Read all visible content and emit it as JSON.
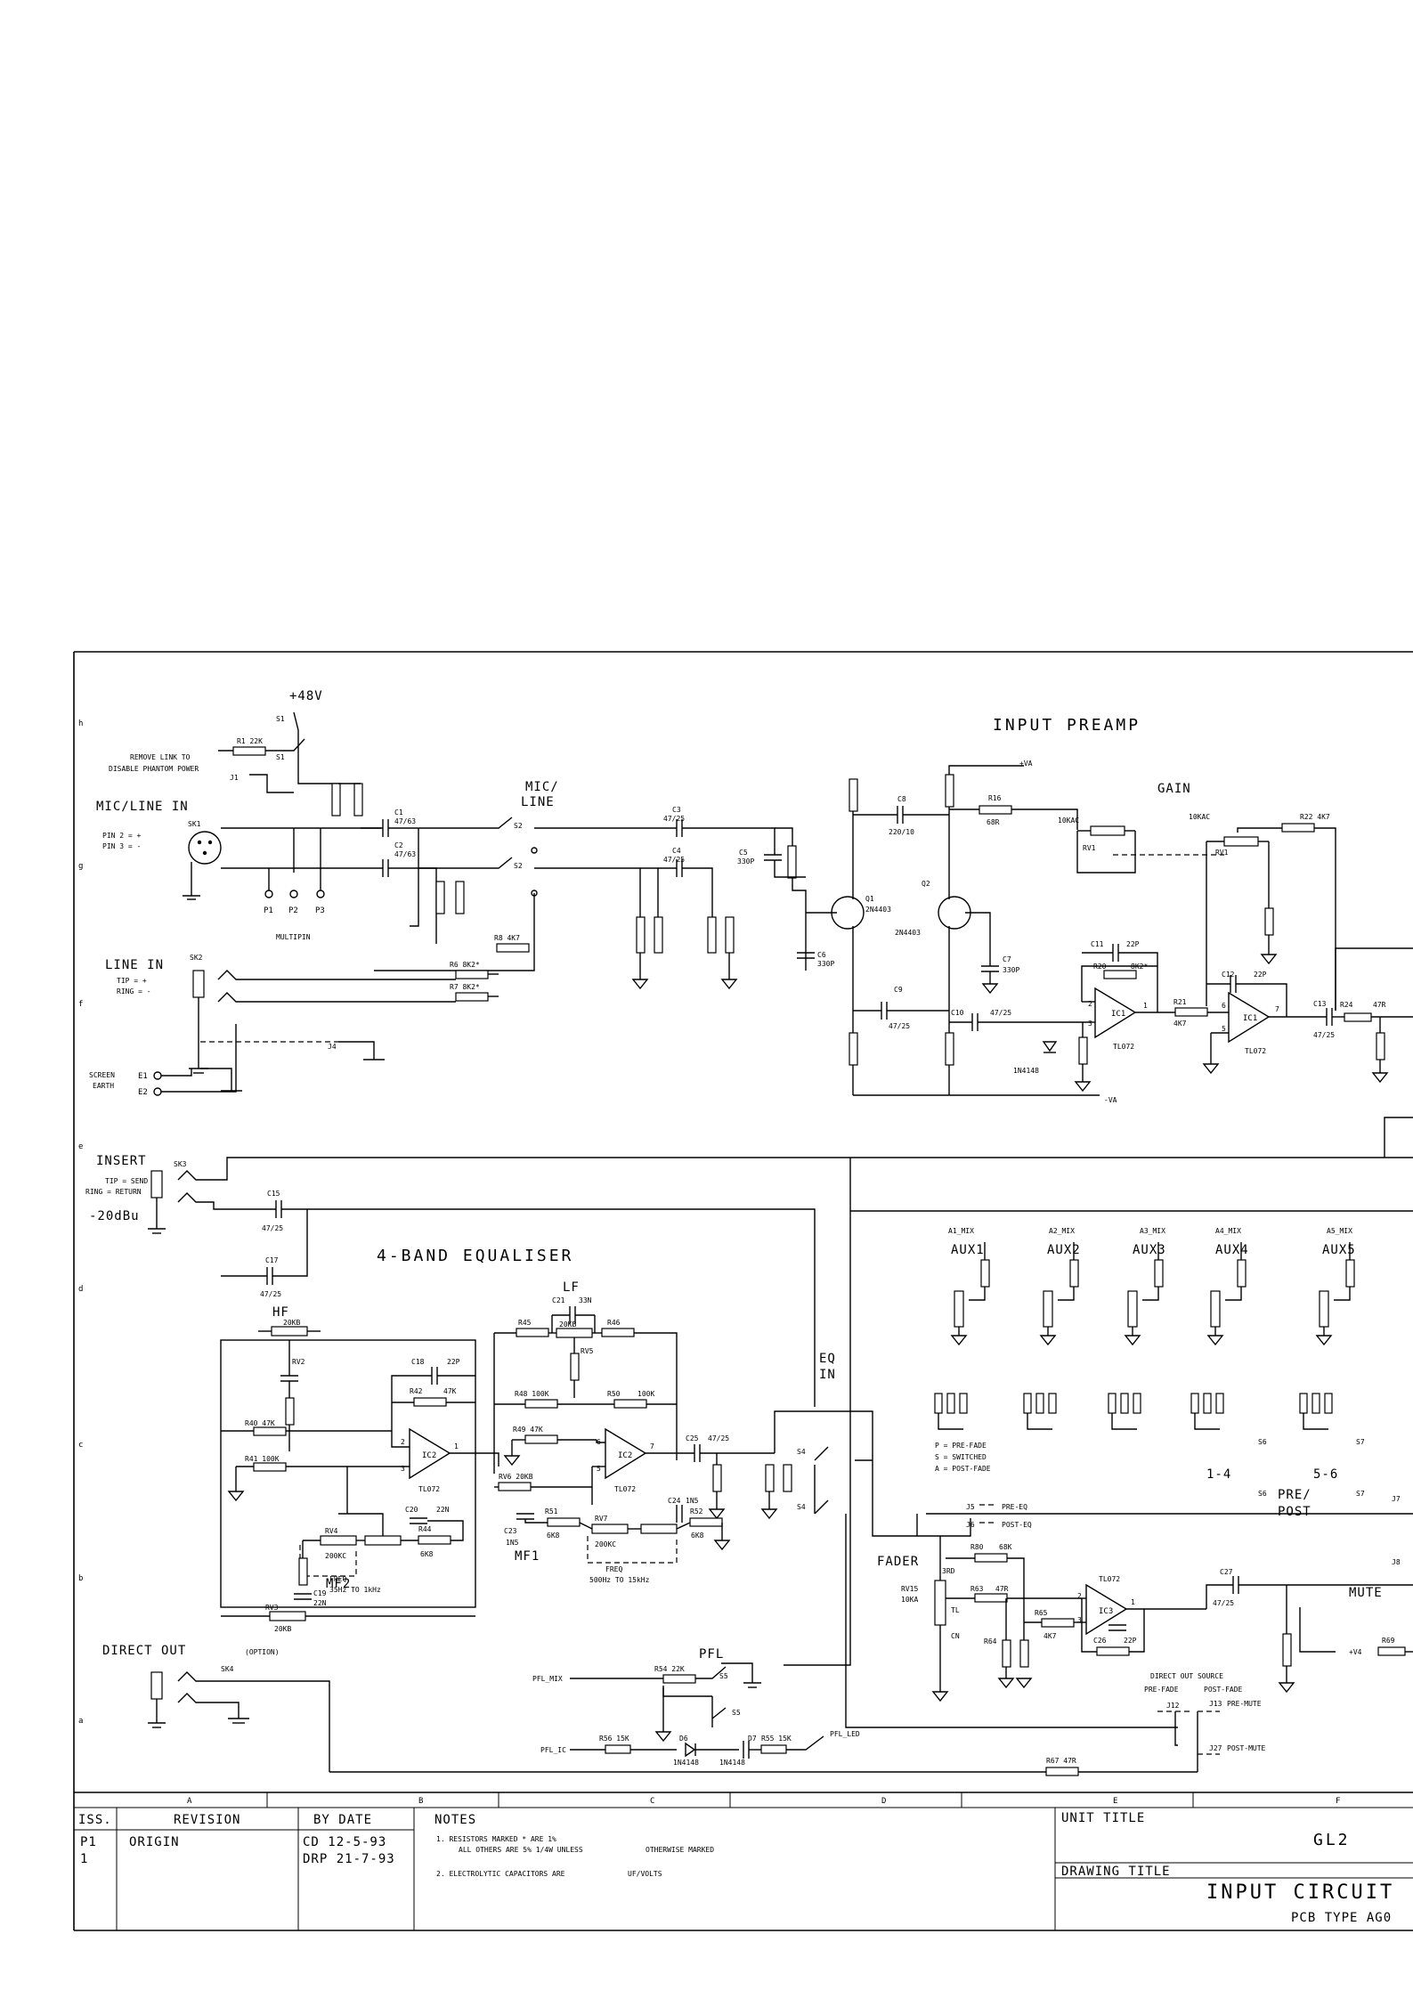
{
  "sections": {
    "input_preamp": "INPUT PREAMP",
    "gain": "GAIN",
    "mic_line_in": "MIC/LINE IN",
    "line_in": "LINE IN",
    "insert": "INSERT",
    "eq": "4-BAND EQUALISER",
    "eq_in_1": "EQ",
    "eq_in_2": "IN",
    "mic_line_1": "MIC/",
    "mic_line_2": "LINE",
    "fader": "FADER",
    "pfl": "PFL",
    "direct_out": "DIRECT OUT",
    "option": "(OPTION)",
    "mute": "MUTE",
    "pre_post_1": "PRE/",
    "pre_post_2": "POST",
    "hf": "HF",
    "lf": "LF",
    "mf1": "MF1",
    "mf2": "MF2",
    "plus48": "+48V",
    "minus20": "-20dBu"
  },
  "notes_text": {
    "remove_link_1": "REMOVE LINK TO",
    "remove_link_2": "DISABLE PHANTOM POWER",
    "pin2": "PIN 2 = +",
    "pin3": "PIN 3 = -",
    "tip_plus": "TIP = +",
    "ring_minus": "RING = -",
    "screen": "SCREEN",
    "earth": "EARTH",
    "tip_send": "TIP = SEND",
    "ring_return": "RING = RETURN",
    "multipin": "MULTIPIN",
    "freq_mf2_1": "FREQ",
    "freq_mf2_2": "35Hz TO 1kHz",
    "freq_mf1_1": "FREQ",
    "freq_mf1_2": "500Hz TO 15kHz",
    "p_pre": "P = PRE-FADE",
    "s_sw": "S = SWITCHED",
    "a_post": "A = POST-FADE",
    "pre_eq": "PRE-EQ",
    "post_eq": "POST-EQ",
    "direct_out_source": "DIRECT OUT SOURCE",
    "pre_fade": "PRE-FADE",
    "post_fade": "POST-FADE",
    "pre_mute": "PRE-MUTE",
    "post_mute": "POST-MUTE",
    "pfl_mix": "PFL_MIX",
    "pfl_ic": "PFL_IC",
    "pfl_led": "PFL_LED",
    "plus_va": "+VA",
    "minus_va": "-VA",
    "plus_v4": "+V4"
  },
  "aux": {
    "labels": [
      "AUX1",
      "AUX2",
      "AUX3",
      "AUX4",
      "AUX5"
    ],
    "mix": [
      "A1_MIX",
      "A2_MIX",
      "A3_MIX",
      "A4_MIX",
      "A5_MIX"
    ],
    "groups": [
      "1-4",
      "5-6"
    ]
  },
  "border_letters": [
    "A",
    "B",
    "C",
    "D",
    "E",
    "F"
  ],
  "side_letters": [
    "h",
    "g",
    "f",
    "e",
    "d",
    "c",
    "b",
    "a"
  ],
  "components": {
    "r1": "R1 22K",
    "j1": "J1",
    "s1": "S1",
    "sk1": "SK1",
    "sk2": "SK2",
    "sk3": "SK3",
    "sk4": "SK4",
    "c1": "C1",
    "c1v": "47/63",
    "c2": "C2",
    "c2v": "47/63",
    "c3": "C3",
    "c3v": "47/25",
    "c4": "C4",
    "c4v": "47/25",
    "c5": "C5",
    "c5v": "330P",
    "c6": "C6",
    "c6v": "330P",
    "c7": "C7",
    "c7v": "330P",
    "c8": "C8",
    "c8v": "220/10",
    "c9": "C9",
    "c9v": "47/25",
    "c10": "C10",
    "c10v": "47/25",
    "c11": "C11",
    "c11v": "22P",
    "c12": "C12",
    "c12v": "22P",
    "c13": "C13",
    "c13v": "47/25",
    "c15": "C15",
    "c15v": "47/25",
    "c17": "C17",
    "c17v": "47/25",
    "c18": "C18",
    "c18v": "22P",
    "c20": "C20",
    "c20v": "22N",
    "c21": "C21",
    "c21v": "33N",
    "c23": "C23",
    "c23v": "1N5",
    "c24": "C24",
    "c24v": "1N5",
    "c25": "C25",
    "c25v": "47/25",
    "c26": "C26",
    "c26v": "22P",
    "c27": "C27",
    "c27v": "47/25",
    "c19": "C19",
    "c19v": "22N",
    "q1": "Q1",
    "q1v": "2N4403",
    "q2": "Q2",
    "q2v": "2N4403",
    "r16": "R16",
    "r16v": "68R",
    "r20": "R20",
    "r20v": "8K2*",
    "r21": "R21",
    "r21v": "4K7",
    "r22": "R22 4K7",
    "r24": "R24",
    "r24v": "47R",
    "r6": "R6 8K2*",
    "r7": "R7 8K2*",
    "r8": "R8 4K7",
    "rv1": "RV1",
    "rv1v": "10KAC",
    "rv2": "RV2",
    "rv2v": "20KB",
    "rv3": "RV3",
    "rv3v": "20KB",
    "rv4": "RV4",
    "rv4v": "200KC",
    "rv5": "RV5",
    "rv5v": "20KB",
    "rv6": "RV6 20KB",
    "rv7": "RV7",
    "rv7v": "200KC",
    "rv15": "RV15",
    "rv15v": "10KA",
    "r40": "R40 47K",
    "r41": "R41 100K",
    "r42": "R42",
    "r42v": "47K",
    "r44": "R44",
    "r44v": "6K8",
    "r45": "R45",
    "r46": "R46",
    "r48": "R48 100K",
    "r49": "R49 47K",
    "r50": "R50",
    "r50v": "100K",
    "r51": "R51",
    "r51v": "6K8",
    "r52": "R52",
    "r52v": "6K8",
    "r54": "R54 22K",
    "r55": "R55 15K",
    "r56": "R56 15K",
    "r63": "R63",
    "r63v": "47R",
    "r64": "R64",
    "r65": "R65",
    "r65v": "4K7",
    "r67": "R67 47R",
    "r69": "R69",
    "r80": "R80",
    "r80v": "68K",
    "ic1": "IC1",
    "ic2": "IC2",
    "ic3": "IC3",
    "tl072": "TL072",
    "d6": "D6",
    "d7": "D7",
    "d6v": "1N4148",
    "d7v": "1N4148",
    "s2": "S2",
    "s4": "S4",
    "s5": "S5",
    "s6": "S6",
    "s7": "S7",
    "j4": "J4",
    "j5": "J5",
    "j6": "J6",
    "j7": "J7",
    "j8": "J8",
    "j12": "J12",
    "j13": "J13",
    "j27": "J27",
    "e1": "E1",
    "e2": "E2",
    "p1": "P1",
    "p2": "P2",
    "p3": "P3",
    "one": "1",
    "two": "2",
    "three": "3",
    "five": "5",
    "six": "6",
    "seven": "7",
    "tl": "TL",
    "cn": "CN",
    "3rd": "3RD"
  },
  "title_block": {
    "headers": {
      "iss": "ISS.",
      "revision": "REVISION",
      "by_date": "BY  DATE",
      "notes": "NOTES"
    },
    "rows": [
      {
        "iss": "P1",
        "revision": "ORIGIN",
        "by": "CD 12-5-93"
      },
      {
        "iss": "1",
        "revision": "",
        "by": "DRP 21-7-93"
      }
    ],
    "note1a": "1.  RESISTORS MARKED * ARE 1%",
    "note1b": "ALL OTHERS ARE 5% 1/4W UNLESS",
    "note1c": "OTHERWISE MARKED",
    "note2a": "2.  ELECTROLYTIC CAPACITORS ARE",
    "note2b": "UF/VOLTS",
    "unit_title_label": "UNIT TITLE",
    "unit_title": "GL2",
    "drawing_title_label": "DRAWING TITLE",
    "drawing_title": "INPUT CIRCUIT",
    "pcb_type": "PCB TYPE AG0"
  },
  "colors": {
    "ink": "#000000",
    "paper": "#ffffff"
  }
}
